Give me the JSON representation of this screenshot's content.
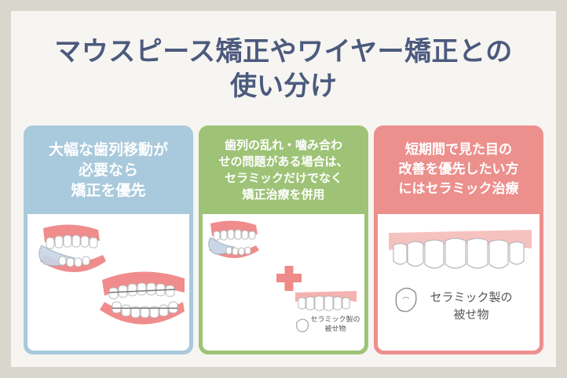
{
  "title": {
    "line1": "マウスピース矯正やワイヤー矯正との",
    "line2": "使い分け"
  },
  "cards": [
    {
      "heading_lines": [
        "大幅な歯列移動が",
        "必要なら",
        "矯正を優先"
      ]
    },
    {
      "heading_lines": [
        "歯列の乱れ・噛み合わ",
        "せの問題がある場合は、",
        "セラミックだけでなく",
        "矯正治療を併用"
      ],
      "caption_lines": [
        "セラミック製の",
        "被せ物"
      ]
    },
    {
      "heading_lines": [
        "短期間で見た目の",
        "改善を優先したい方",
        "にはセラミック治療"
      ],
      "caption_lines": [
        "セラミック製の",
        "被せ物"
      ]
    }
  ],
  "colors": {
    "title": "#4c5a7e",
    "card1": "#a9c9dc",
    "card2": "#9ec377",
    "card3": "#ec908d",
    "gum": "#f08c8c",
    "plus": "#ef8a88"
  }
}
